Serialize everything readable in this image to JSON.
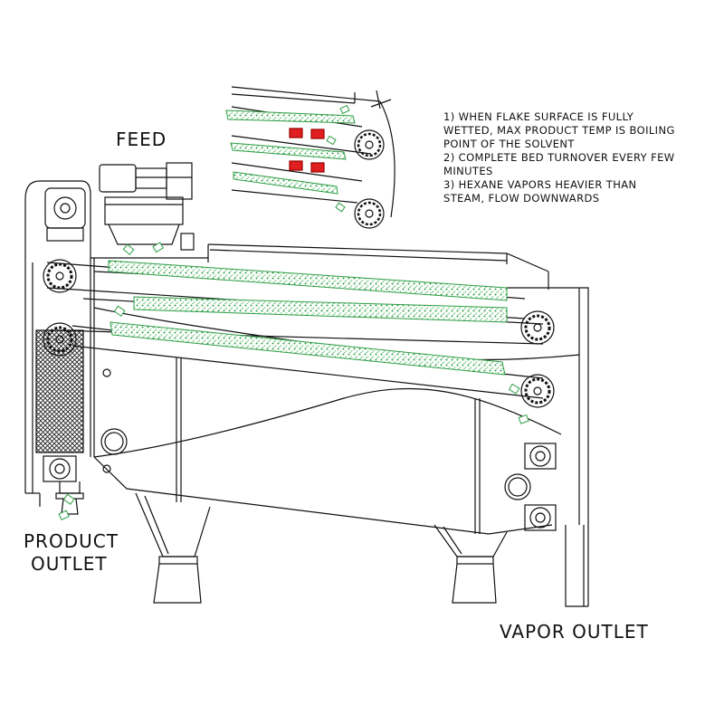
{
  "labels": {
    "feed": "FEED",
    "product_outlet_line1": "PRODUCT",
    "product_outlet_line2": "OUTLET",
    "vapor_outlet": "VAPOR OUTLET"
  },
  "notes": [
    "1) WHEN FLAKE SURFACE IS FULLY",
    "WETTED, MAX PRODUCT TEMP IS BOILING",
    "POINT OF THE SOLVENT",
    "2) COMPLETE BED TURNOVER EVERY FEW",
    "MINUTES",
    "3) HEXANE VAPORS HEAVIER THAN",
    "STEAM, FLOW DOWNWARDS"
  ],
  "colors": {
    "line": "#111111",
    "flake_bed": "#7fd68a",
    "flake_bed_dot": "#2e9e45",
    "heater": "#e02020",
    "background": "#ffffff"
  },
  "icons": [
    "sprocket-icon",
    "bearing-icon",
    "motor-icon",
    "flake-particle-icon"
  ]
}
